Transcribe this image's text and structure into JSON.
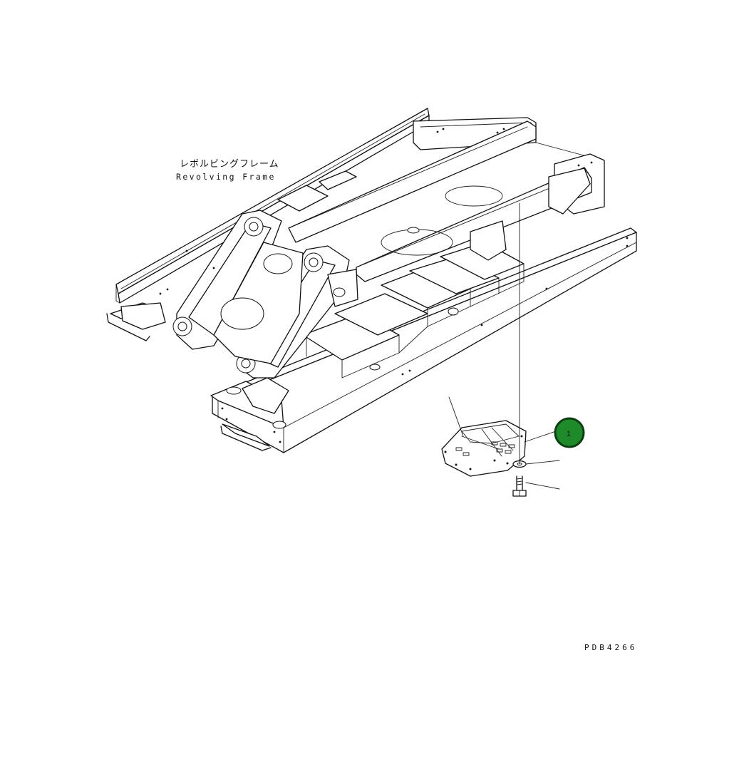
{
  "labels": {
    "frame_jp": "レボルビングフレーム",
    "frame_en": "Revolving Frame",
    "drawing_code": "PDB4266"
  },
  "callouts": [
    {
      "number": "1",
      "color": "#1f8a2a",
      "border_color": "#0d3d12"
    }
  ],
  "colors": {
    "line": "#111111",
    "background": "#ffffff"
  }
}
